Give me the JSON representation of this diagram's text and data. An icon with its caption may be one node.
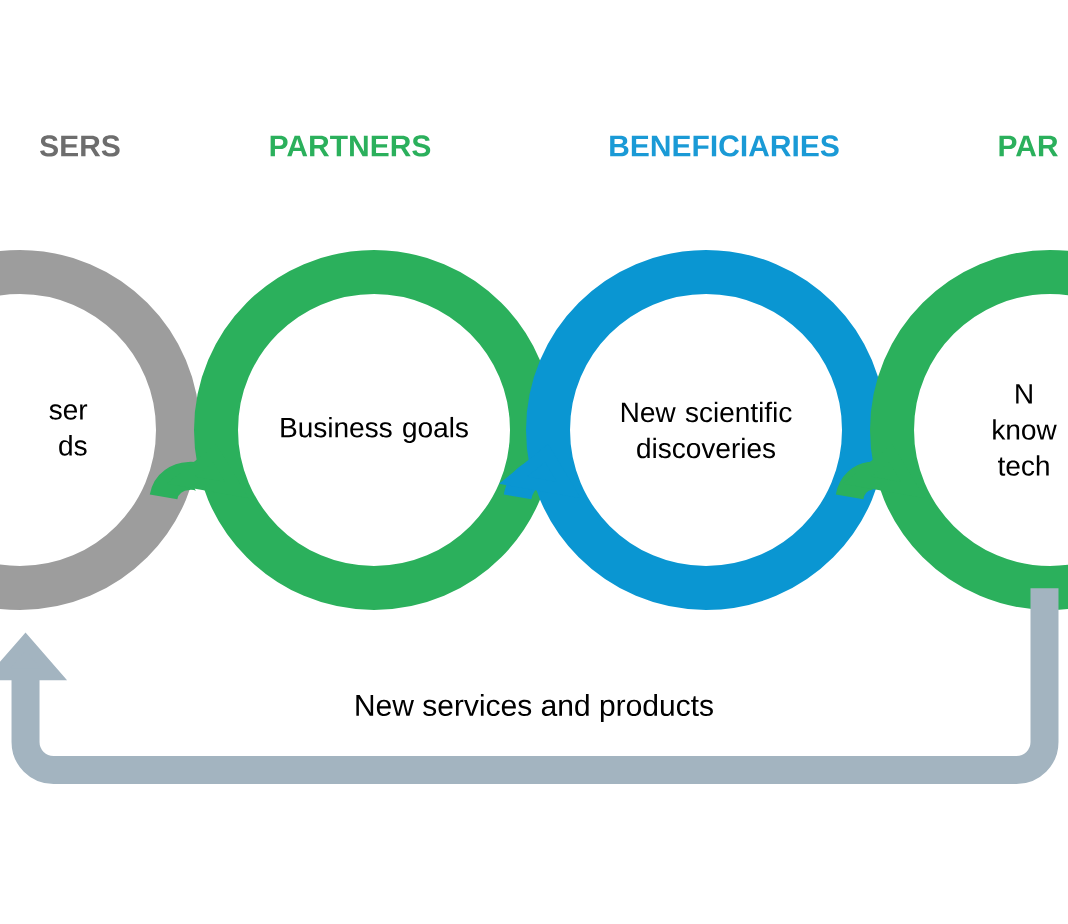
{
  "diagram": {
    "nodes": [
      {
        "text": [
          "SERS",
          "ser ds"
        ]
      },
      {
        "text": [
          "PARTNERS",
          "Business goals"
        ]
      },
      {
        "text": [
          "BENEFICIARIES",
          "New scientific discoveries"
        ]
      },
      {
        "text": [
          "PAR",
          "N know tech"
        ]
      }
    ],
    "edges": [
      {
        "from": 0,
        "to": 1,
        "arrow": "to",
        "color": "#2bb05c"
      },
      {
        "from": 1,
        "to": 2,
        "arrow": "to",
        "color": "#0a96d2"
      },
      {
        "from": 2,
        "to": 3,
        "arrow": "to",
        "color": "#2bb05c"
      },
      {
        "from": 3,
        "to": 0,
        "arrow": "to",
        "label": "New services and products",
        "color": "#a3b4c0"
      }
    ]
  }
}
